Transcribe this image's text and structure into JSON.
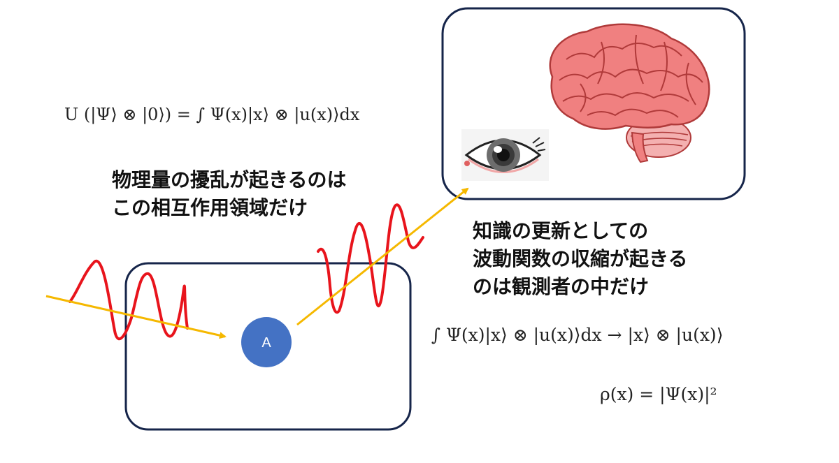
{
  "equations": {
    "unitary": "U (|Ψ⟩ ⊗ |0⟩) = ∫ Ψ(x)|x⟩ ⊗ |u(x)⟩dx",
    "collapse": "∫ Ψ(x)|x⟩ ⊗ |u(x)⟩dx → |x⟩ ⊗ |u(x)⟩",
    "probability": "ρ(x) = |Ψ(x)|²"
  },
  "labels": {
    "interaction_line1": "物理量の擾乱が起きるのは",
    "interaction_line2": "この相互作用領域だけ",
    "observer_line1": "知識の更新としての",
    "observer_line2": "波動関数の収縮が起きる",
    "observer_line3": "のは観測者の中だけ",
    "particle": "A"
  },
  "colors": {
    "box_border": "#16254a",
    "particle_fill": "#4472c4",
    "wave": "#e8141c",
    "arrow": "#f5b800",
    "brain": "#f08080",
    "brain_dark": "#b03a3a"
  },
  "icons": [
    "brain-icon",
    "eye-icon"
  ]
}
